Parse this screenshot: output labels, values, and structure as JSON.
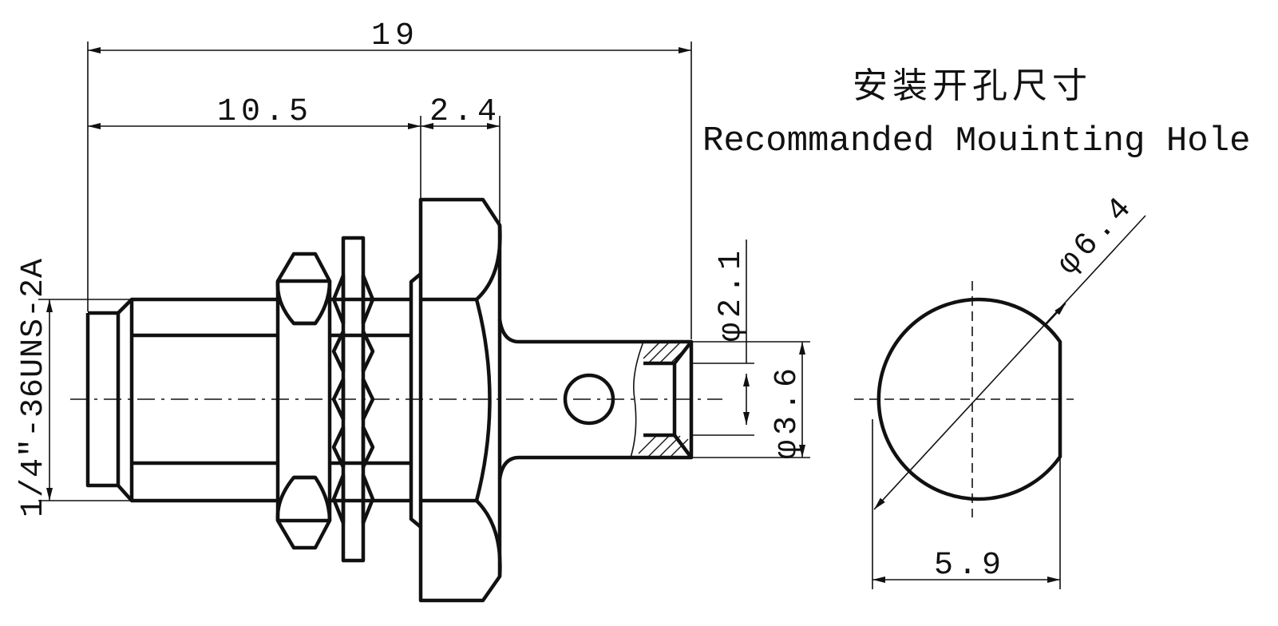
{
  "titles": {
    "cn": "安装开孔尺寸",
    "en": "Recommanded Mouinting Hole"
  },
  "dimensions": {
    "overall_length": "19",
    "body_length": "10.5",
    "flange_thickness": "2.4",
    "thread_spec": "1/4″-36UNS-2A",
    "pin_diameter": "φ2.1",
    "cup_diameter": "φ3.6",
    "hole_diameter": "φ6.4",
    "hole_flat_width": "5.9"
  }
}
